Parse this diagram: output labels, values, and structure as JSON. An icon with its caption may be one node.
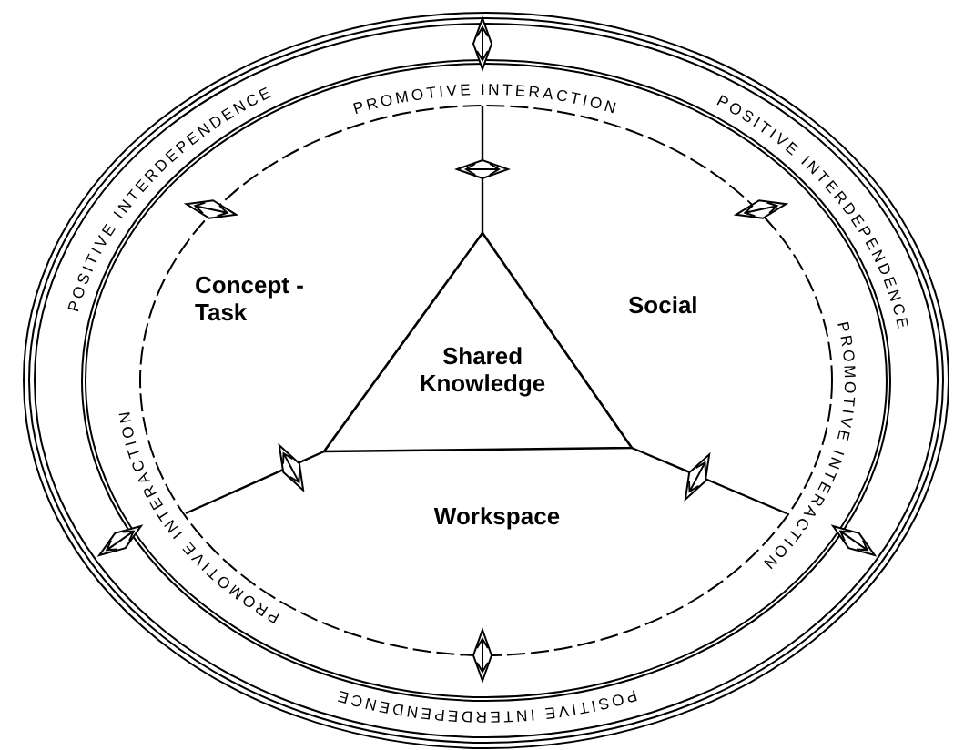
{
  "diagram": {
    "nodes": [
      {
        "text": [
          "Shared Knowledge"
        ]
      }
    ],
    "labels": [
      "PROMOTIVE INTERACTION",
      "POSITIVE INTERDEPENDENCE",
      "POSITIVE INTERDEPENDENCE",
      "Concept - Task",
      "Social",
      "PROMOTIVE INTERACTION",
      "PROMOTIVE INTERACTION",
      "Workspace",
      "POSITIVE INTERDEPENDENCE"
    ]
  }
}
